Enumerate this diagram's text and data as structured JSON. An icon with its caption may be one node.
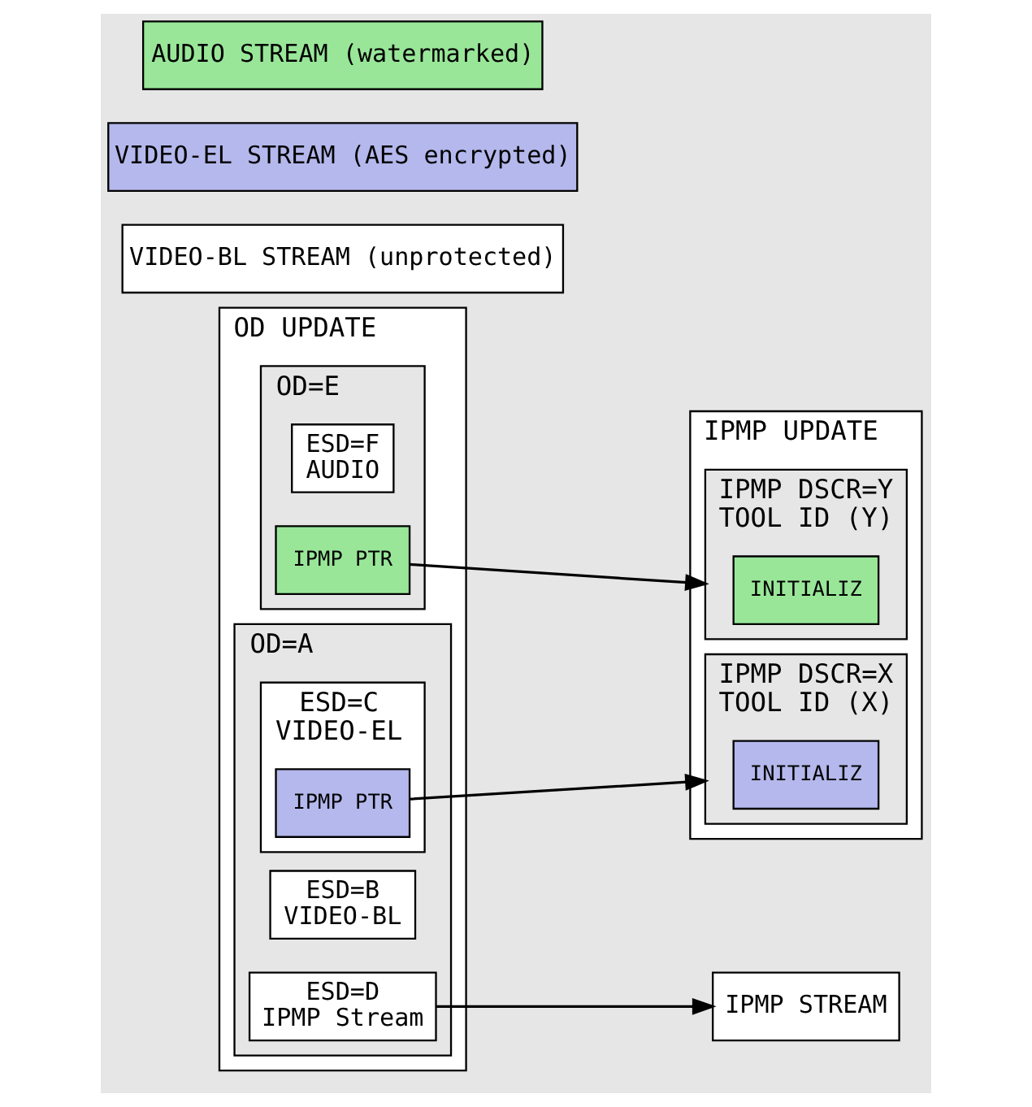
{
  "diagram": {
    "nodes": [
      {
        "text": [
          "OD UPDATE"
        ]
      },
      {
        "text": [
          "OD=A"
        ],
        "in": 0
      },
      {
        "text": [
          "ESD=B",
          "VIDEO-BL"
        ],
        "in": 1
      },
      {
        "text": [
          "ESD=C",
          "VIDEO-EL"
        ],
        "in": 1
      },
      {
        "text": [
          "IPMP PTR"
        ],
        "in": 3
      },
      {
        "text": [
          "ESD=D",
          "IPMP Stream"
        ],
        "in": 1
      },
      {
        "text": [
          "OD=E"
        ],
        "in": 0
      },
      {
        "text": [
          "ESD=F",
          "AUDIO"
        ],
        "in": 6
      },
      {
        "text": [
          "IPMP PTR"
        ],
        "in": 6
      },
      {
        "text": [
          "IPMP UPDATE"
        ]
      },
      {
        "text": [
          "IPMP DSCR=X",
          "TOOL ID (X)"
        ],
        "in": 9
      },
      {
        "text": [
          "INITIALIZ"
        ],
        "in": 10
      },
      {
        "text": [
          "IPMP DSCR=Y",
          "TOOL ID (Y)"
        ],
        "in": 9
      },
      {
        "text": [
          "INITIALIZ"
        ],
        "in": 12
      },
      {
        "text": [
          "VIDEO-BL STREAM (unprotected)"
        ]
      },
      {
        "text": [
          "VIDEO-EL STREAM (AES encrypted)"
        ]
      },
      {
        "text": [
          "IPMP STREAM"
        ]
      },
      {
        "text": [
          "AUDIO STREAM (watermarked)"
        ]
      }
    ],
    "edges": [
      {
        "from": 4,
        "to": 10,
        "arrow": "to"
      },
      {
        "from": 8,
        "to": 12,
        "arrow": "to"
      },
      {
        "from": 5,
        "to": 16,
        "arrow": "to"
      }
    ]
  }
}
